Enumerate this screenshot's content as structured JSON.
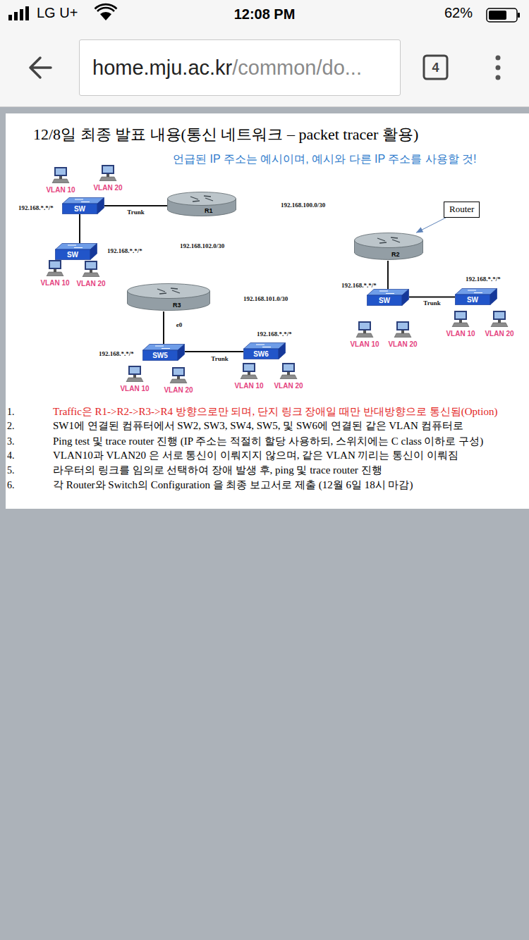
{
  "diagram": {
    "title": "12/8일 최종 발표 내용(통신 네트워크 – packet tracer 활용)",
    "nodes": [
      {
        "text": [
          "VLAN 10"
        ]
      },
      {
        "text": [
          "VLAN 20"
        ]
      },
      {
        "text": [
          "SW"
        ]
      },
      {
        "text": [
          "R1"
        ]
      },
      {
        "text": [
          "Router"
        ]
      },
      {
        "text": [
          "SW"
        ]
      },
      {
        "text": [
          "R2"
        ]
      },
      {
        "text": [
          "VLAN 10"
        ]
      },
      {
        "text": [
          "VLAN 20"
        ]
      },
      {
        "text": [
          "SW"
        ]
      },
      {
        "text": [
          "SW"
        ]
      },
      {
        "text": [
          "R3"
        ]
      },
      {
        "text": [
          "VLAN 10"
        ]
      },
      {
        "text": [
          "VLAN 20"
        ]
      },
      {
        "text": [
          "VLAN 10"
        ]
      },
      {
        "text": [
          "VLAN 20"
        ]
      },
      {
        "text": [
          "SW5"
        ]
      },
      {
        "text": [
          "SW6"
        ]
      },
      {
        "text": [
          "VLAN 10"
        ]
      },
      {
        "text": [
          "VLAN 20"
        ]
      },
      {
        "text": [
          "VLAN 10"
        ]
      },
      {
        "text": [
          "VLAN 20"
        ]
      }
    ],
    "edges": [
      {
        "from": 2,
        "to": 3,
        "arrow": "none",
        "label": "Trunk"
      },
      {
        "from": 2,
        "to": 5,
        "arrow": "none"
      },
      {
        "from": 4,
        "to": 6,
        "arrow": "to"
      },
      {
        "from": 6,
        "to": 9,
        "arrow": "none"
      },
      {
        "from": 9,
        "to": 10,
        "arrow": "none",
        "label": "Trunk"
      },
      {
        "from": 11,
        "to": 16,
        "arrow": "none",
        "label": "e0"
      },
      {
        "from": 16,
        "to": 17,
        "arrow": "none",
        "label": "Trunk"
      }
    ],
    "labels": [
      "LG U+",
      "12:08 PM",
      "62%",
      "home.mju.ac.kr",
      "/common/do...",
      "4",
      "언급된 IP 주소는 예시이며, 예시와 다른 IP 주소를 사용할 것!",
      "192.168.*.*/*",
      "192.168.100.0/30",
      "192.168.*.*/*",
      "192.168.102.0/30",
      "192.168.*.*/*",
      "192.168.*.*/*",
      "192.168.101.0/30",
      "192.168.*.*/*",
      "192.168.*.*/*",
      "1.",
      "Traffic은 R1->R2->R3->R4 방향으로만 되며, 단지 링크 장애일 때만 반대방향으로 통신됨(Option)",
      "2.",
      "SW1에 연결된 컴퓨터에서 SW2, SW3, SW4, SW5, 및 SW6에 연결된 같은 VLAN 컴퓨터로",
      "3.",
      "Ping test 및 trace router 진행 (IP 주소는 적절히 할당 사용하되, 스위치에는 C class 이하로 구성)",
      "4.",
      "VLAN10과 VLAN20 은 서로 통신이 이뤄지지 않으며, 같은 VLAN 끼리는 통신이 이뤄짐",
      "5.",
      "라우터의 링크를 임의로 선택하여 장애 발생 후, ping 및 trace router 진행",
      "6.",
      "각 Router와 Switch의 Configuration 을 최종 보고서로 제출 (12월 6일 18시 마감)"
    ]
  }
}
